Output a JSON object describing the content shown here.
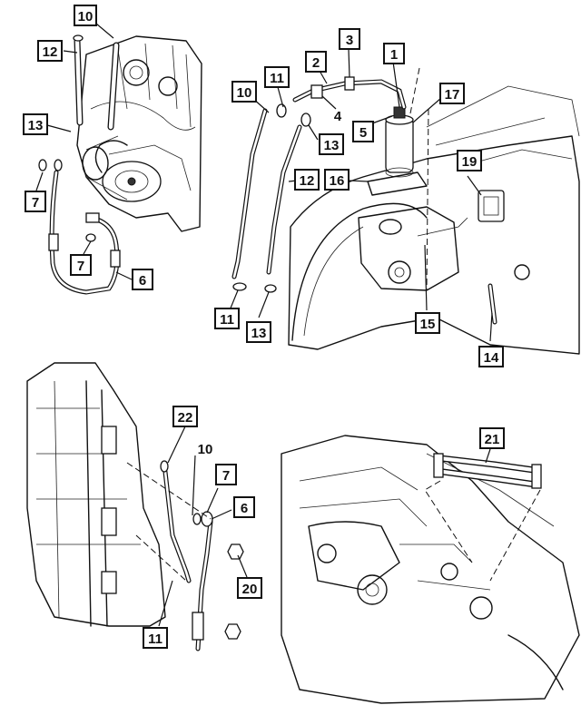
{
  "callouts": {
    "c1": "1",
    "c2": "2",
    "c3": "3",
    "c4": "4",
    "c5": "5",
    "c6a": "6",
    "c6b": "6",
    "c7a": "7",
    "c7b": "7",
    "c7c": "7",
    "c10a": "10",
    "c10b": "10",
    "c10c": "10",
    "c11a": "11",
    "c11b": "11",
    "c11c": "11",
    "c12a": "12",
    "c12b": "12",
    "c13a": "13",
    "c13b": "13",
    "c13c": "13",
    "c14": "14",
    "c15": "15",
    "c16": "16",
    "c17": "17",
    "c19": "19",
    "c20": "20",
    "c21": "21",
    "c22": "22"
  }
}
